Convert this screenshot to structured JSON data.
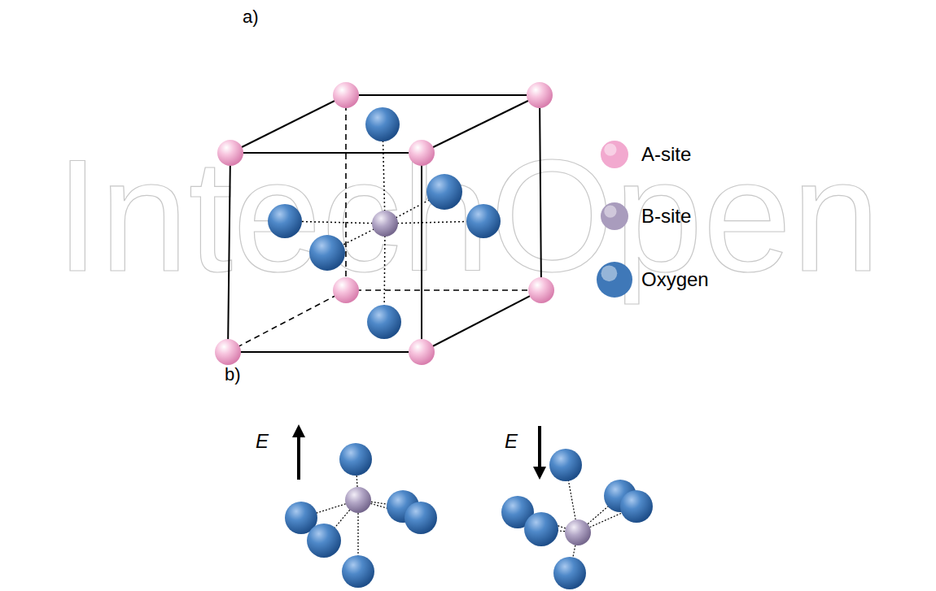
{
  "diagram": {
    "labels": [
      "a)",
      "b)",
      "E",
      "E",
      "IntechOpen"
    ],
    "legend": [
      {
        "text": "A-site",
        "color": "#f2a9cf"
      },
      {
        "text": "B-site",
        "color": "#a99cbd"
      },
      {
        "text": "Oxygen",
        "color": "#3f78b8"
      }
    ]
  }
}
